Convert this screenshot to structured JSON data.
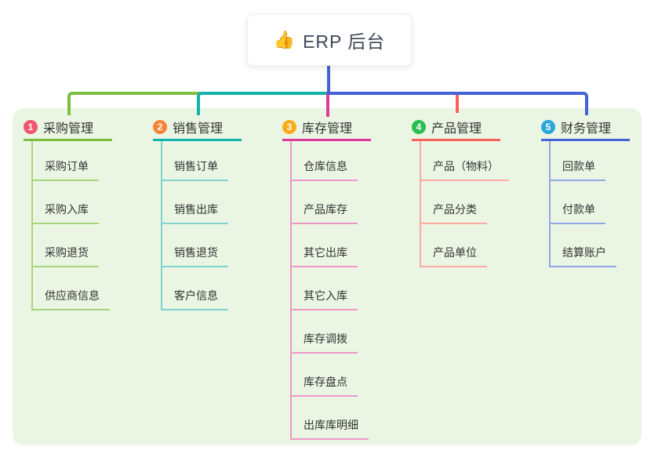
{
  "root": {
    "icon": "👍",
    "icon_name": "thumbs-up-icon",
    "label": "ERP 后台"
  },
  "branches": [
    {
      "badge": "1",
      "label": "采购管理",
      "badge_color": "#f2566d",
      "line_color": "#7cbe3f",
      "light_color": "#a6d57c",
      "children": [
        "采购订单",
        "采购入库",
        "采购退货",
        "供应商信息"
      ]
    },
    {
      "badge": "2",
      "label": "销售管理",
      "badge_color": "#f98439",
      "line_color": "#12b2aa",
      "light_color": "#7fd4cf",
      "children": [
        "销售订单",
        "销售出库",
        "销售退货",
        "客户信息"
      ]
    },
    {
      "badge": "3",
      "label": "库存管理",
      "badge_color": "#fbab19",
      "line_color": "#dd3a9c",
      "light_color": "#ef97c8",
      "children": [
        "仓库信息",
        "产品库存",
        "其它出库",
        "其它入库",
        "库存调拨",
        "库存盘点",
        "出库库明细"
      ]
    },
    {
      "badge": "4",
      "label": "产品管理",
      "badge_color": "#2cbd50",
      "line_color": "#f8615c",
      "light_color": "#fbaaa4",
      "children": [
        "产品（物料）",
        "产品分类",
        "产品单位"
      ]
    },
    {
      "badge": "5",
      "label": "财务管理",
      "badge_color": "#2ba6dc",
      "line_color": "#4263d6",
      "light_color": "#93a8e4",
      "children": [
        "回款单",
        "付款单",
        "结算账户"
      ]
    }
  ],
  "colors": {
    "panel_bg": "#eaf6e3",
    "root_line": "#4263d6",
    "text": "#333333",
    "root_text": "#3d4756"
  }
}
